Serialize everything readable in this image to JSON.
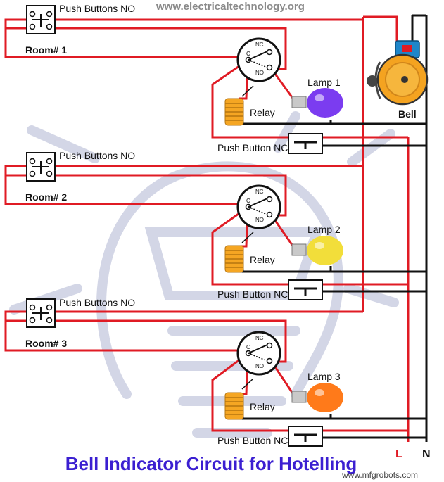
{
  "header": {
    "website": "www.electricaltechnology.org"
  },
  "rooms": [
    {
      "room_label": "Room# 1",
      "push_button_label": "Push Buttons NO",
      "lamp_label": "Lamp 1",
      "lamp_color": "#7b3cf0",
      "relay_label": "Relay",
      "nc_button_label": "Push Button NC"
    },
    {
      "room_label": "Room# 2",
      "push_button_label": "Push Buttons NO",
      "lamp_label": "Lamp 2",
      "lamp_color": "#f2de3a",
      "relay_label": "Relay",
      "nc_button_label": "Push Button NC"
    },
    {
      "room_label": "Room# 3",
      "push_button_label": "Push Buttons NO",
      "lamp_label": "Lamp 3",
      "lamp_color": "#ff7a1a",
      "relay_label": "Relay",
      "nc_button_label": "Push Button NC"
    }
  ],
  "relay_contacts": {
    "c": "C",
    "nc": "NC",
    "no": "NO"
  },
  "bell": {
    "label": "Bell"
  },
  "supply": {
    "line": "L",
    "neutral": "N"
  },
  "footer": {
    "title": "Bell Indicator Circuit for Hotelling",
    "source": "www.mfgrobots.com"
  },
  "colors": {
    "live_wire": "#e01b24",
    "neutral_wire": "#111111",
    "title": "#3b1fd1",
    "background_art": "#d3d6e6"
  }
}
